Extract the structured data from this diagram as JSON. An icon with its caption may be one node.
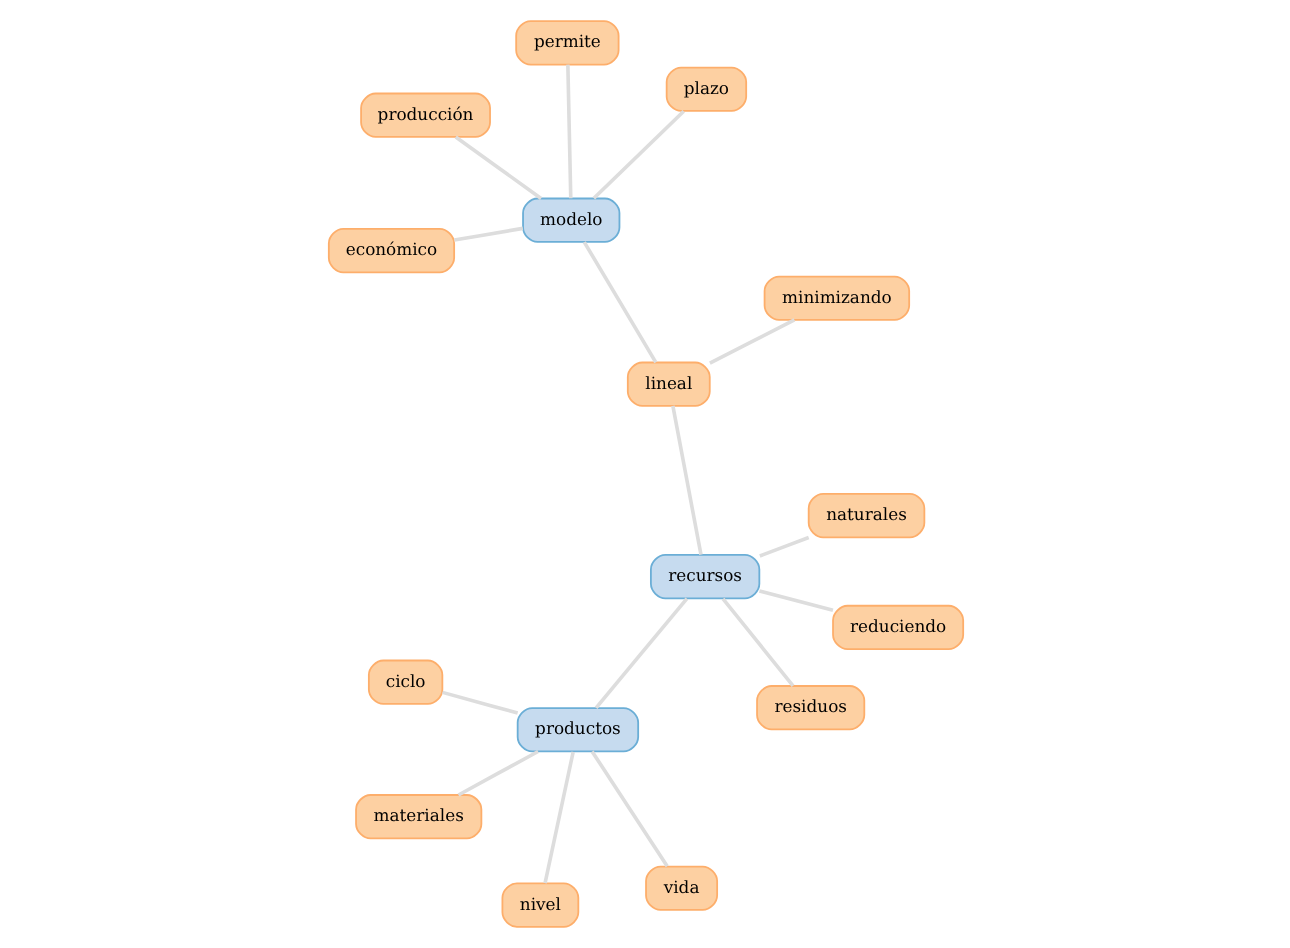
{
  "diagram": {
    "nodes": [
      {
        "text": [
          "materiales"
        ]
      },
      {
        "text": [
          "naturales"
        ]
      },
      {
        "text": [
          "económico"
        ]
      },
      {
        "text": [
          "permite"
        ]
      },
      {
        "text": [
          "lineal"
        ]
      },
      {
        "text": [
          "recursos"
        ]
      },
      {
        "text": [
          "nivel"
        ]
      },
      {
        "text": [
          "minimizando"
        ]
      },
      {
        "text": [
          "producción"
        ]
      },
      {
        "text": [
          "productos"
        ]
      },
      {
        "text": [
          "residuos"
        ]
      },
      {
        "text": [
          "modelo"
        ]
      },
      {
        "text": [
          "reduciendo"
        ]
      },
      {
        "text": [
          "plazo"
        ]
      },
      {
        "text": [
          "ciclo"
        ]
      },
      {
        "text": [
          "vida"
        ]
      }
    ],
    "edges": [
      {
        "from": 3,
        "to": 11,
        "arrow": "none"
      },
      {
        "from": 2,
        "to": 11,
        "arrow": "none"
      },
      {
        "from": 8,
        "to": 11,
        "arrow": "none"
      },
      {
        "from": 4,
        "to": 11,
        "arrow": "none"
      },
      {
        "from": 4,
        "to": 7,
        "arrow": "none"
      },
      {
        "from": 0,
        "to": 9,
        "arrow": "none"
      },
      {
        "from": 1,
        "to": 5,
        "arrow": "none"
      },
      {
        "from": 4,
        "to": 5,
        "arrow": "none"
      },
      {
        "from": 5,
        "to": 9,
        "arrow": "none"
      },
      {
        "from": 6,
        "to": 9,
        "arrow": "none"
      },
      {
        "from": 5,
        "to": 10,
        "arrow": "none"
      },
      {
        "from": 5,
        "to": 12,
        "arrow": "none"
      },
      {
        "from": 9,
        "to": 14,
        "arrow": "none"
      },
      {
        "from": 9,
        "to": 15,
        "arrow": "none"
      },
      {
        "from": 11,
        "to": 13,
        "arrow": "none"
      }
    ]
  }
}
